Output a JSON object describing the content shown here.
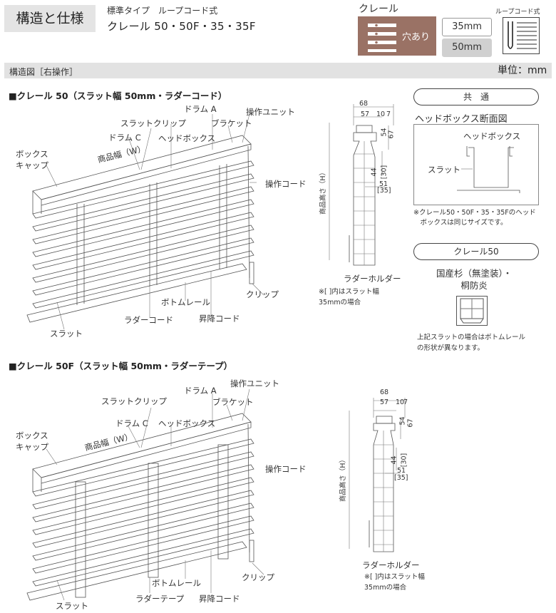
{
  "header": {
    "title": "構造と仕様",
    "type_line": "標準タイプ　ループコード式",
    "series_line": "クレール 50・50F・35・35F",
    "brand_name": "クレール",
    "hole_label": "穴あり",
    "size_options": [
      "35mm",
      "50mm"
    ],
    "loop_cord_label": "ループコード式"
  },
  "band": {
    "title": "構造図［右操作］",
    "unit": "単位：mm"
  },
  "section1": {
    "heading": "■クレール 50（スラット幅 50mm・ラダーコード）",
    "labels": {
      "drum_a": "ドラム A",
      "operation_unit": "操作ユニット",
      "slat_clip": "スラットクリップ",
      "bracket": "ブラケット",
      "drum_c": "ドラム C",
      "head_box": "ヘッドボックス",
      "box_cap": "ボックス\nキャップ",
      "width": "商品幅（W）",
      "operation_cord": "操作コード",
      "clip": "クリップ",
      "bottom_rail": "ボトムレール",
      "ladder": "ラダーコード",
      "lift_cord": "昇降コード",
      "slat": "スラット"
    },
    "dims": {
      "d68": "68",
      "d57": "57",
      "d10": "10",
      "d7": "7",
      "d54": "54",
      "d67": "67",
      "d44": "44",
      "d30": "[30]",
      "d51": "51",
      "d35": "[35]",
      "height": "商品高さ（H）"
    },
    "ladder_holder": "ラダーホルダー",
    "note": "※[ ]内はスラット幅\n35mmの場合"
  },
  "common": {
    "pill": "共　通",
    "title": "ヘッドボックス断面図",
    "head_box": "ヘッドボックス",
    "slat": "スラット",
    "note": "※クレール50・50F・35・35Fのヘッド\n　ボックスは同じサイズです。"
  },
  "kurere50": {
    "pill": "クレール50",
    "material": "国産杉（無塗装）・\n桐防炎",
    "note": "上記スラットの場合はボトムレール\nの形状が異なります。"
  },
  "section2": {
    "heading": "■クレール 50F（スラット幅 50mm・ラダーテープ）",
    "labels": {
      "drum_a": "ドラム A",
      "operation_unit": "操作ユニット",
      "slat_clip": "スラットクリップ",
      "bracket": "ブラケット",
      "drum_c": "ドラム C",
      "head_box": "ヘッドボックス",
      "box_cap": "ボックス\nキャップ",
      "width": "商品幅（W）",
      "operation_cord": "操作コード",
      "clip": "クリップ",
      "bottom_rail": "ボトムレール",
      "ladder": "ラダーテープ",
      "lift_cord": "昇降コード",
      "slat": "スラット"
    },
    "dims": {
      "d68": "68",
      "d57": "57",
      "d10": "10",
      "d7": "7",
      "d54": "54",
      "d67": "67",
      "d44": "44",
      "d30": "[30]",
      "d51": "51",
      "d35": "[35]",
      "height": "商品高さ（H）"
    },
    "ladder_holder": "ラダーホルダー",
    "note": "※[ ]内はスラット幅\n35mmの場合"
  }
}
